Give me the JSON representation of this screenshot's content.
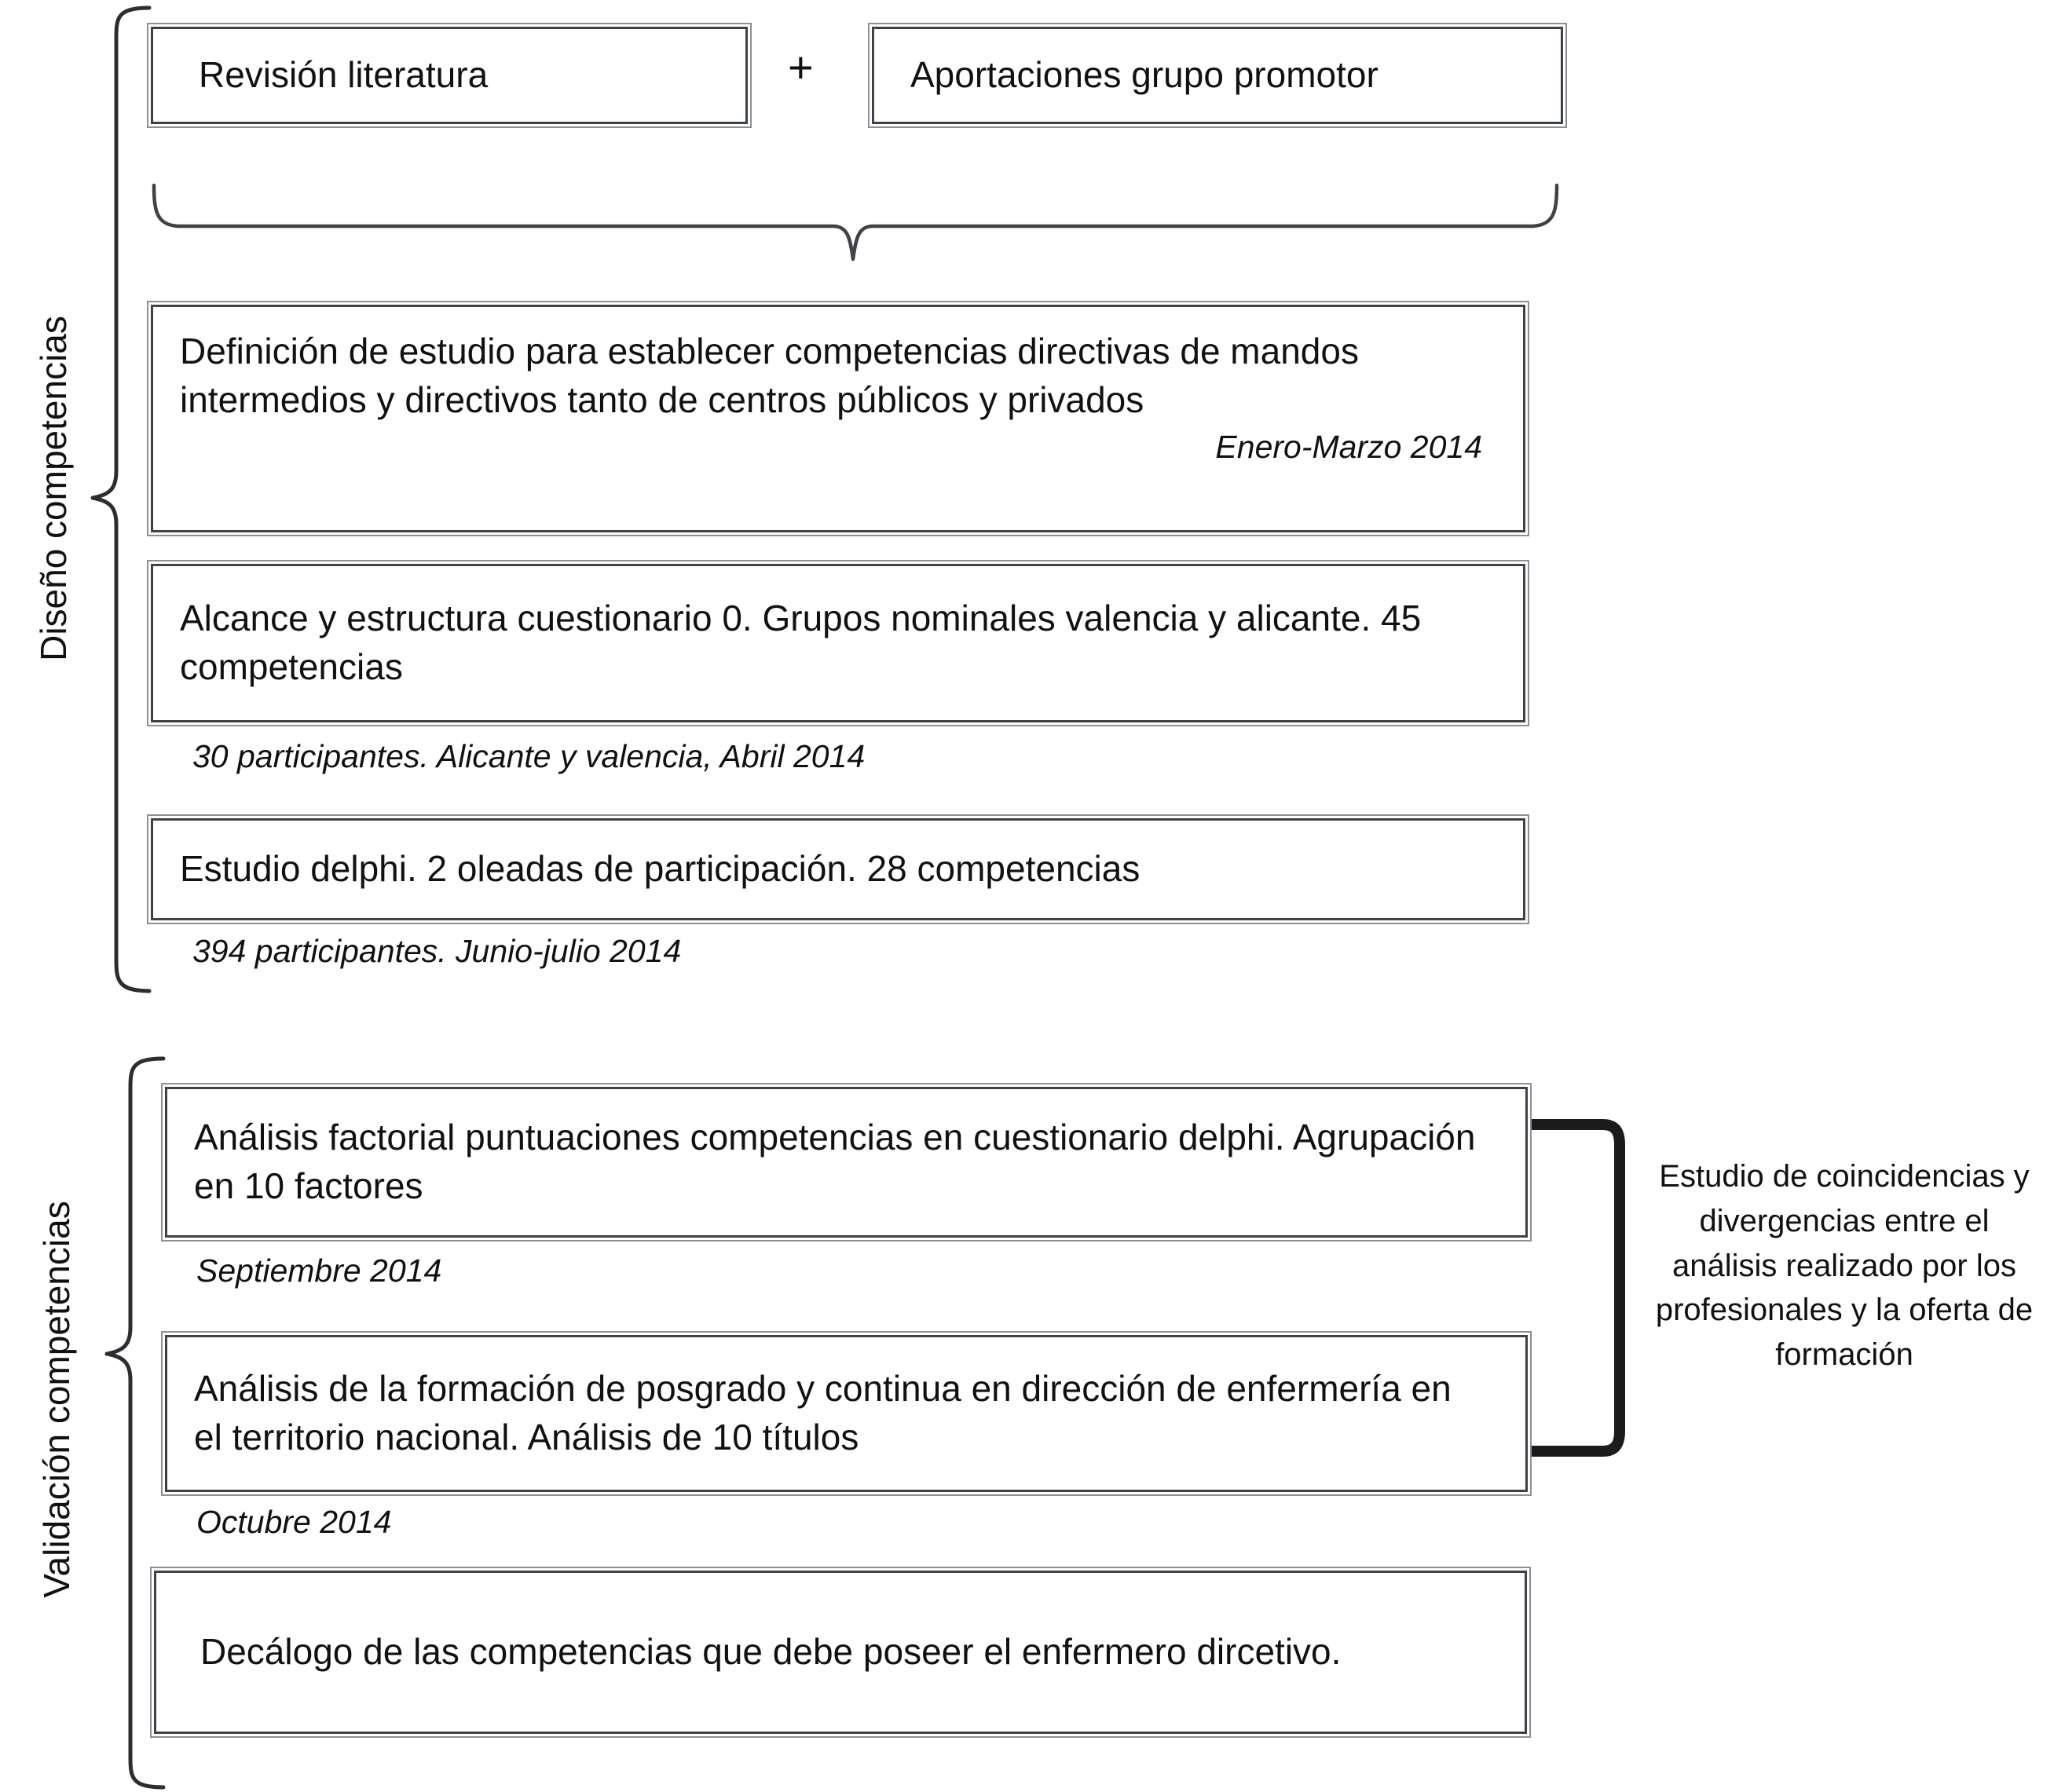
{
  "diagram": {
    "title_visible": false,
    "sections": [
      {
        "label": "Diseño competencias"
      },
      {
        "label": "Validación competencias"
      }
    ],
    "top_row": {
      "left_box": "Revisión literatura",
      "operator": "+",
      "right_box": "Aportaciones grupo promotor"
    },
    "design_steps": [
      {
        "text": "Definición de estudio para establecer competencias directivas de mandos intermedios y directivos tanto de centros públicos y privados",
        "inline_date": "Enero-Marzo 2014",
        "caption": ""
      },
      {
        "text": "Alcance y estructura cuestionario 0. Grupos nominales valencia y alicante. 45 competencias",
        "inline_date": "",
        "caption": "30 participantes. Alicante y valencia, Abril 2014"
      },
      {
        "text": "Estudio delphi. 2 oleadas de participación. 28 competencias",
        "inline_date": "",
        "caption": "394 participantes. Junio-julio 2014"
      }
    ],
    "validation_steps": [
      {
        "text": "Análisis factorial puntuaciones competencias en cuestionario delphi. Agrupación en 10 factores",
        "inline_date": "",
        "caption": "Septiembre 2014"
      },
      {
        "text": "Análisis de la formación de posgrado y continua en dirección de enfermería en el territorio nacional. Análisis de 10 títulos",
        "inline_date": "",
        "caption": "Octubre 2014"
      },
      {
        "text": "Decálogo de las competencias que debe poseer el enfermero dircetivo.",
        "inline_date": "",
        "caption": ""
      }
    ],
    "right_annotation": "Estudio de coincidencias y divergencias entre el análisis realizado por los profesionales y la oferta de formación",
    "colors": {
      "box_border": "#3f4246",
      "box_shadow": "#8b9095",
      "brace": "#2b2e31",
      "bracket": "#1a1c1e",
      "text": "#111111",
      "background": "#ffffff"
    }
  }
}
